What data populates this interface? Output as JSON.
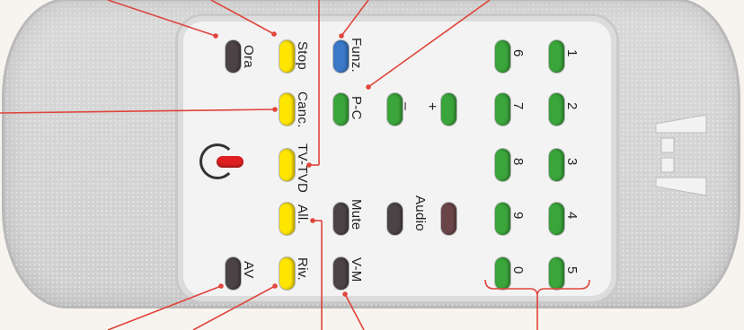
{
  "labels": {
    "ora": "Ora",
    "stop": "Stop",
    "funz": "Funz.",
    "canc": "Canc.",
    "pc": "P-C",
    "minus": "–",
    "plus": "+",
    "tvtvd": "TV-TVD",
    "mute": "Mute",
    "audio": "Audio",
    "all": "All.",
    "av": "AV",
    "riv": "Riv.",
    "vm": "V-M",
    "n1": "1",
    "n2": "2",
    "n3": "3",
    "n4": "4",
    "n5": "5",
    "n6": "6",
    "n7": "7",
    "n8": "8",
    "n9": "9",
    "n0": "0"
  },
  "colors": {
    "yellow": "#ffe600",
    "green": "#3aa53a",
    "blue": "#3b78c8",
    "power_red": "#e02020",
    "callout_red": "#e0443a"
  }
}
